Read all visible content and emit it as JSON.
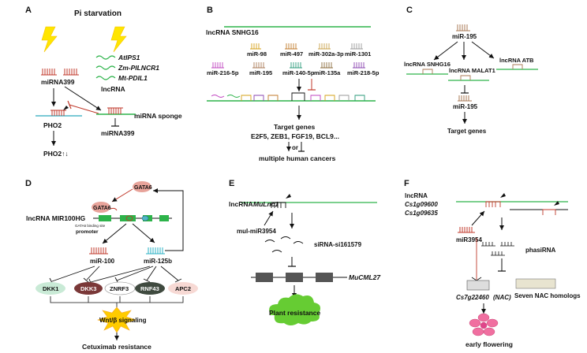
{
  "panels": {
    "A": {
      "letter": "A",
      "stimulus": "Pi starvation",
      "mirna399_top": "miRNA399",
      "lncrna_list": [
        "AtIPS1",
        "Zm-PILNCR1",
        "Mt-PDIL1"
      ],
      "lncrna_label": "lncRNA",
      "sponge_label": "miRNA sponge",
      "mirna399_bottom": "miRNA399",
      "pho2": "PHO2",
      "pho2_result": "PHO2↑↓"
    },
    "B": {
      "letter": "B",
      "lncrna_label": "lncRNA SNHG16",
      "mirnas": [
        "miR-98",
        "miR-497",
        "miR-302a-3p",
        "miR-1301",
        "miR-216-5p",
        "miR-195",
        "miR-140-5p",
        "miR-135a",
        "miR-218-5p"
      ],
      "target_title": "Target genes",
      "target_genes": "E2F5, ZEB1, FGF19, BCL9...",
      "or_label": "or",
      "outcome": "multiple human cancers"
    },
    "C": {
      "letter": "C",
      "mirna_top": "miR-195",
      "lnc1": "lncRNA SNHG16",
      "lnc2": "lncRNA MALAT1",
      "lnc3": "lncRNA ATB",
      "mirna_bottom": "miR-195",
      "targets": "Target genes"
    },
    "D": {
      "letter": "D",
      "gata6_top": "GATA6",
      "gata6_mid": "GATA6",
      "gene_label": "lncRNA MIR100HG",
      "binding_text": "GATA6 binding site",
      "promoter": "promoter",
      "mir100": "miR-100",
      "mir125b": "miR-125b",
      "targets": [
        "DKK1",
        "DKK3",
        "ZNRF3",
        "RNF43",
        "APC2"
      ],
      "signaling": "Wnt/β signaling",
      "outcome": "Cetuximab resistance"
    },
    "E": {
      "letter": "E",
      "lncrna_prefix": "lncRNA",
      "lncrna_name": "MuLnc1",
      "mirna": "mul-miR3954",
      "sirna": "siRNA-si161579",
      "gene": "MuCML27",
      "outcome": "Plant resistance"
    },
    "F": {
      "letter": "F",
      "lncrna_prefix": "lncRNA",
      "lnc1": "Cs1g09600",
      "lnc2": "Cs1g09635",
      "mirna": "miR3954",
      "phasirna": "phasiRNA",
      "gene": "Cs7g22460",
      "gene_suffix": "(NAC)",
      "homologs": "Seven NAC homologs",
      "outcome": "early flowering"
    }
  },
  "colors": {
    "lncrna_green": "#2db34a",
    "mirna_red": "#c0392b",
    "bolt_yellow": "#ffe500",
    "pho2_teal": "#4fb7c7",
    "gata6_fill": "#e8a39a",
    "dkk1_fill": "#c9ead6",
    "dkk3_fill": "#7a3838",
    "znrf3_fill": "#ffffff",
    "rnf43_fill": "#3f4a3f",
    "apc2_fill": "#f7d9d4",
    "wnt_star": "#ffcc00",
    "cloud_green": "#66cc33",
    "flower_pink": "#f06fa0",
    "gene_box_gray": "#555555"
  }
}
